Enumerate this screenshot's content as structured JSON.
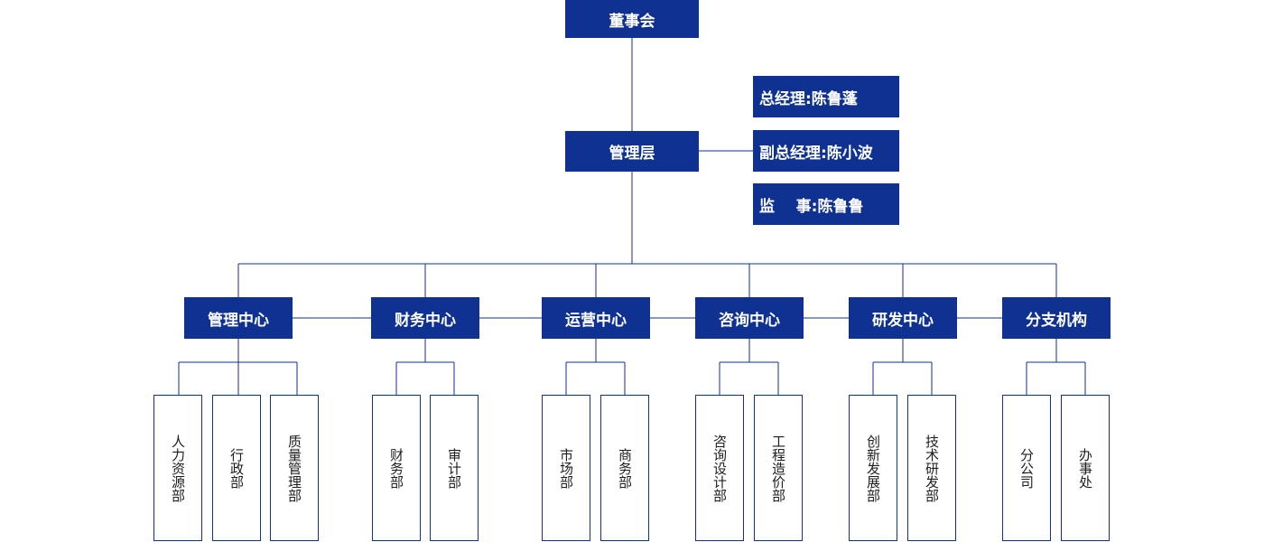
{
  "board": "董事会",
  "management": "管理层",
  "executives": [
    "总经理:陈鲁蓬",
    "副总经理:陈小波",
    "监    事:陈鲁鲁"
  ],
  "centers": [
    {
      "name": "管理中心",
      "depts": [
        "人力资源部",
        "行政部",
        "质量管理部"
      ]
    },
    {
      "name": "财务中心",
      "depts": [
        "财务部",
        "审计部"
      ]
    },
    {
      "name": "运营中心",
      "depts": [
        "市场部",
        "商务部"
      ]
    },
    {
      "name": "咨询中心",
      "depts": [
        "咨询设计部",
        "工程造价部"
      ]
    },
    {
      "name": "研发中心",
      "depts": [
        "创新发展部",
        "技术研发部"
      ]
    },
    {
      "name": "分支机构",
      "depts": [
        "分公司",
        "办事处"
      ]
    }
  ],
  "colors": {
    "box": "#0e3192",
    "line": "#0e3192",
    "text_on_box": "#ffffff",
    "dept_text": "#1e1e1e"
  }
}
